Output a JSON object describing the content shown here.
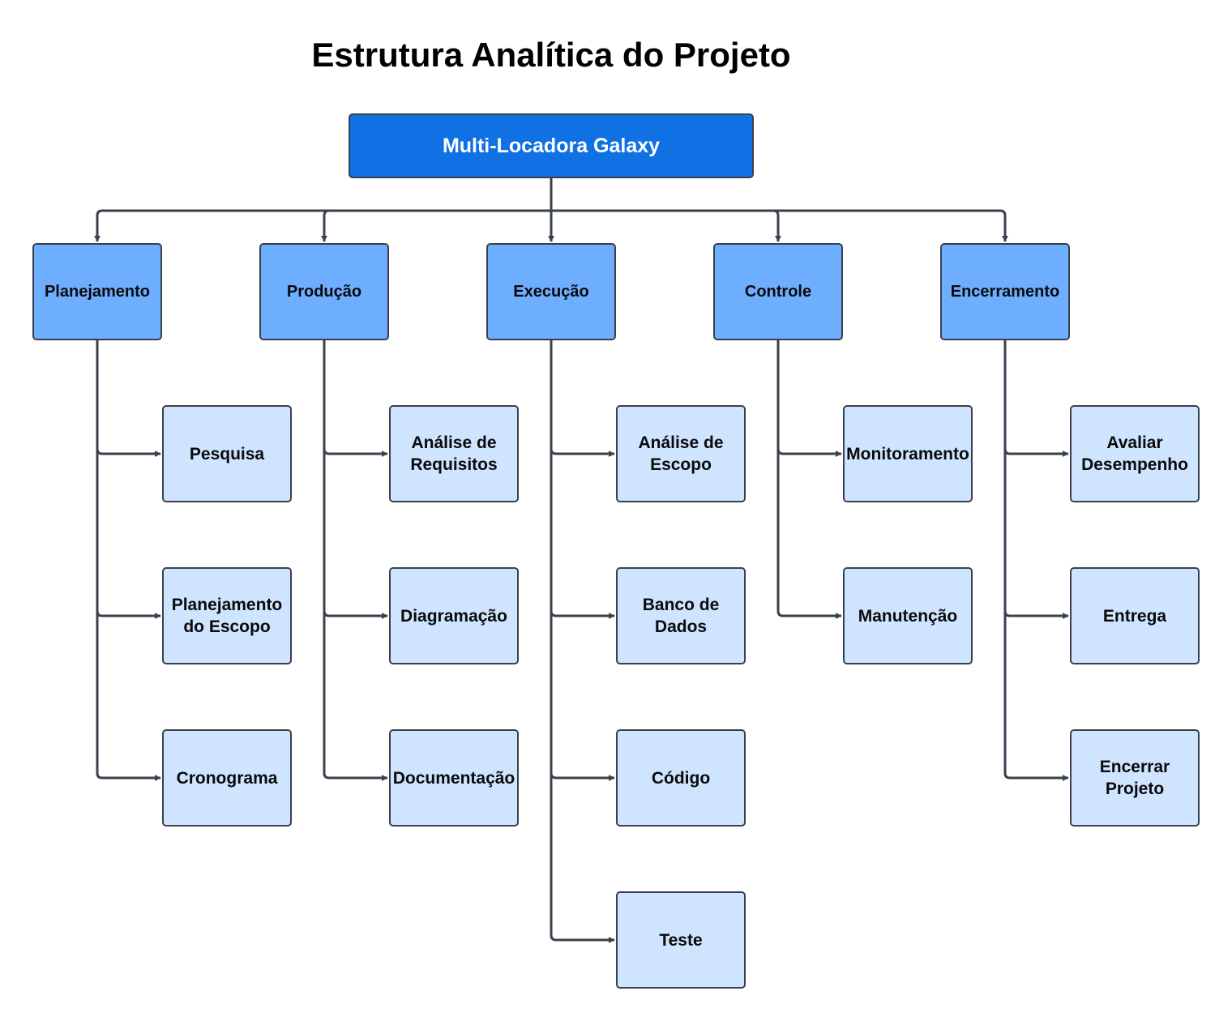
{
  "title": "Estrutura Analítica do Projeto",
  "root": "Multi-Locadora Galaxy",
  "phases": [
    {
      "label": "Planejamento",
      "tasks": [
        "Pesquisa",
        "Planejamento do Escopo",
        "Cronograma"
      ]
    },
    {
      "label": "Produção",
      "tasks": [
        "Análise de Requisitos",
        "Diagramação",
        "Documentação"
      ]
    },
    {
      "label": "Execução",
      "tasks": [
        "Análise de Escopo",
        "Banco de Dados",
        "Código",
        "Teste"
      ]
    },
    {
      "label": "Controle",
      "tasks": [
        "Monitoramento",
        "Manutenção"
      ]
    },
    {
      "label": "Encerramento",
      "tasks": [
        "Avaliar Desempenho",
        "Entrega",
        "Encerrar Projeto"
      ]
    }
  ],
  "colors": {
    "root": "#1071e5",
    "phase": "#6eaeff",
    "task": "#cfe4ff",
    "line": "#3a414d"
  }
}
